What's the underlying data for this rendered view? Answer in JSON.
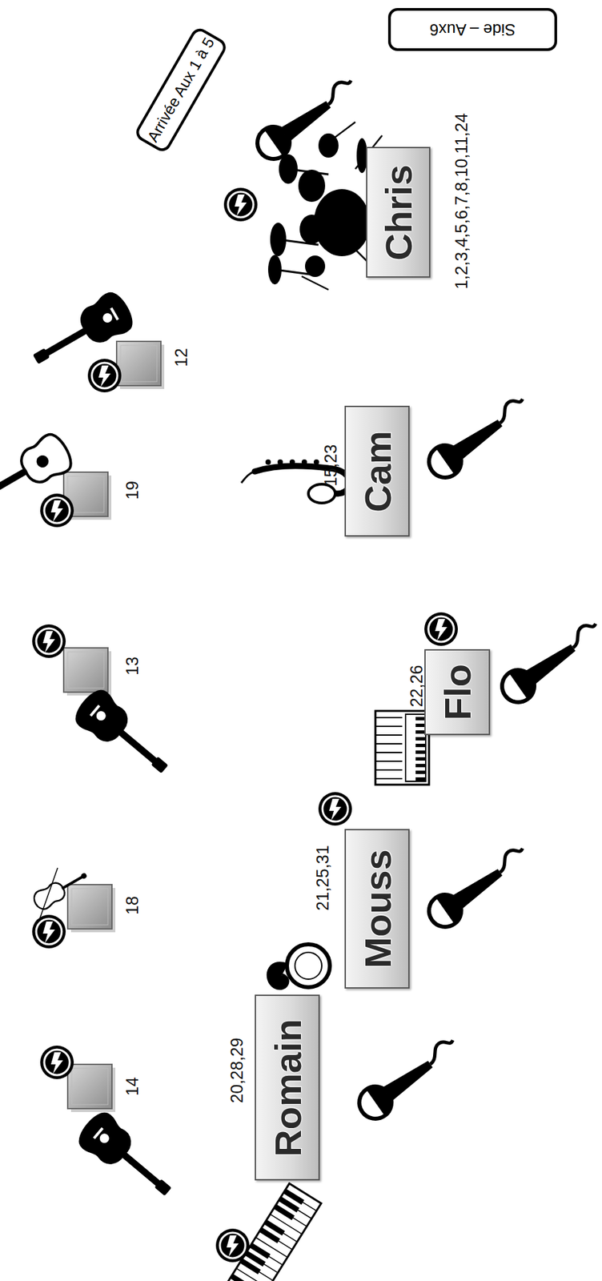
{
  "diagram": {
    "nodes": [
      {
        "text": [
          "Arrivée Aux 1 à 5"
        ]
      },
      {
        "text": [
          "Side – Aux6"
        ]
      },
      {
        "text": [
          "Chris"
        ]
      },
      {
        "text": [
          "Cam"
        ]
      },
      {
        "text": [
          "Flo"
        ]
      },
      {
        "text": [
          "Mouss"
        ]
      },
      {
        "text": [
          "Romain"
        ]
      }
    ],
    "labels": [
      "1,2,3,4,5,6,7,8,10,11,24",
      "15,23",
      "22,26",
      "21,25,31",
      "20,28,29",
      "12",
      "19",
      "13",
      "18",
      "14"
    ]
  }
}
